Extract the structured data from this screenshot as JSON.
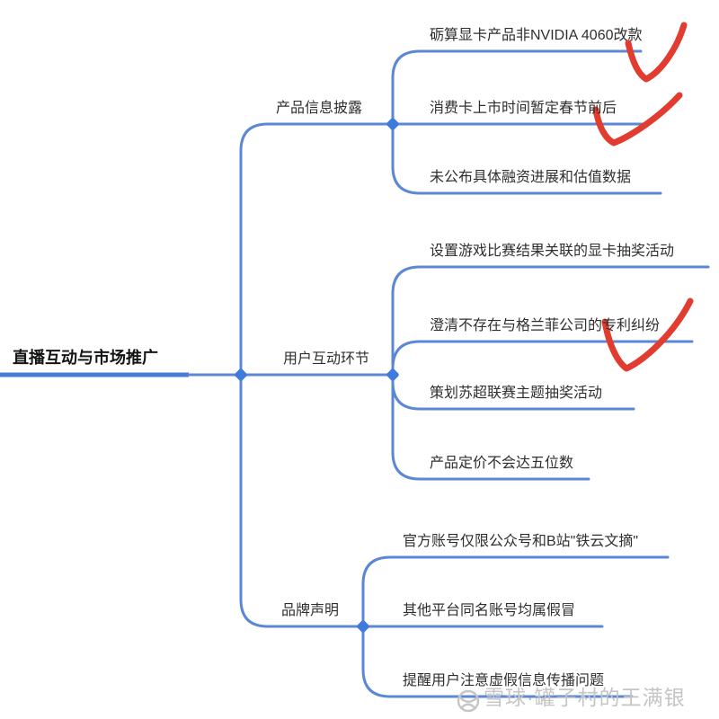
{
  "colors": {
    "line": "#5b87d5",
    "root-line": "#4679d8",
    "dot": "#3e7bdc",
    "check": "#e23b30",
    "text": "#2f2f2f",
    "root-text": "#141414",
    "watermark": "#c5c5c5"
  },
  "root": {
    "label": "直播互动与市场推广"
  },
  "branches": [
    {
      "label": "产品信息披露",
      "children": [
        {
          "text": "砺算显卡产品非NVIDIA 4060改款",
          "checked": true
        },
        {
          "text": "消费卡上市时间暂定春节前后",
          "checked": true
        },
        {
          "text": "未公布具体融资进展和估值数据",
          "checked": false
        }
      ]
    },
    {
      "label": "用户互动环节",
      "children": [
        {
          "text": "设置游戏比赛结果关联的显卡抽奖活动",
          "checked": false
        },
        {
          "text": "澄清不存在与格兰菲公司的专利纠纷",
          "checked": true
        },
        {
          "text": "策划苏超联赛主题抽奖活动",
          "checked": false
        },
        {
          "text": "产品定价不会达五位数",
          "checked": false
        }
      ]
    },
    {
      "label": "品牌声明",
      "children": [
        {
          "text": "官方账号仅限公众号和B站\"铁云文摘\"",
          "checked": false
        },
        {
          "text": "其他平台同名账号均属假冒",
          "checked": false
        },
        {
          "text": "提醒用户注意虚假信息传播问题",
          "checked": false
        }
      ]
    }
  ],
  "watermark": {
    "text": "雪球·罐子村的王满银",
    "logo": "xueqiu-snowball-logo"
  }
}
